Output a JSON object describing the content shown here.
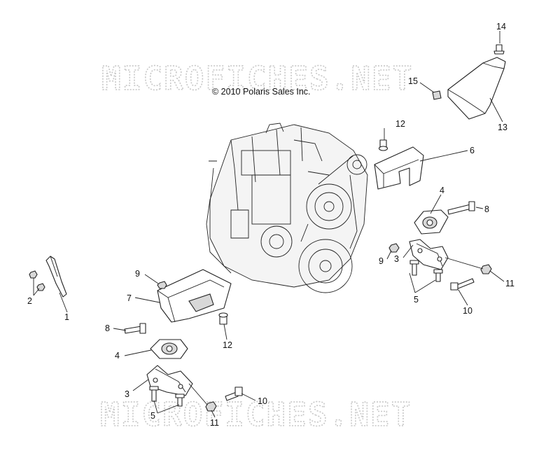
{
  "copyright": "© 2010 Polaris Sales Inc.",
  "watermark": {
    "text": "MICROFICHES.NET",
    "color": "#c8c8c8"
  },
  "callouts": {
    "c14": "14",
    "c15": "15",
    "c13": "13",
    "c12a": "12",
    "c6": "6",
    "c4a": "4",
    "c8a": "8",
    "c9a": "9",
    "c3a": "3",
    "c5a": "5",
    "c11a": "11",
    "c10a": "10",
    "c2": "2",
    "c1": "1",
    "c9b": "9",
    "c7": "7",
    "c8b": "8",
    "c12b": "12",
    "c4b": "4",
    "c3b": "3",
    "c5b": "5",
    "c11b": "11",
    "c10b": "10"
  }
}
